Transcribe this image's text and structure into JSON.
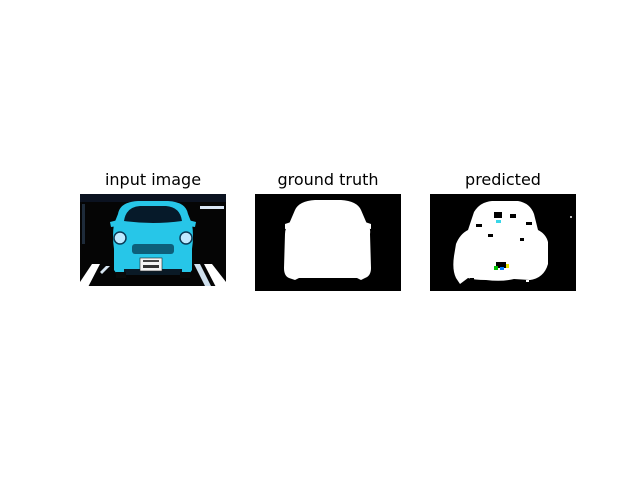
{
  "panels": [
    {
      "title": "input image"
    },
    {
      "title": "ground truth"
    },
    {
      "title": "predicted"
    }
  ],
  "colors": {
    "background": "#ffffff",
    "mask_bg": "#000000",
    "mask_fg": "#ffffff",
    "car_body": "#27c6e8"
  }
}
